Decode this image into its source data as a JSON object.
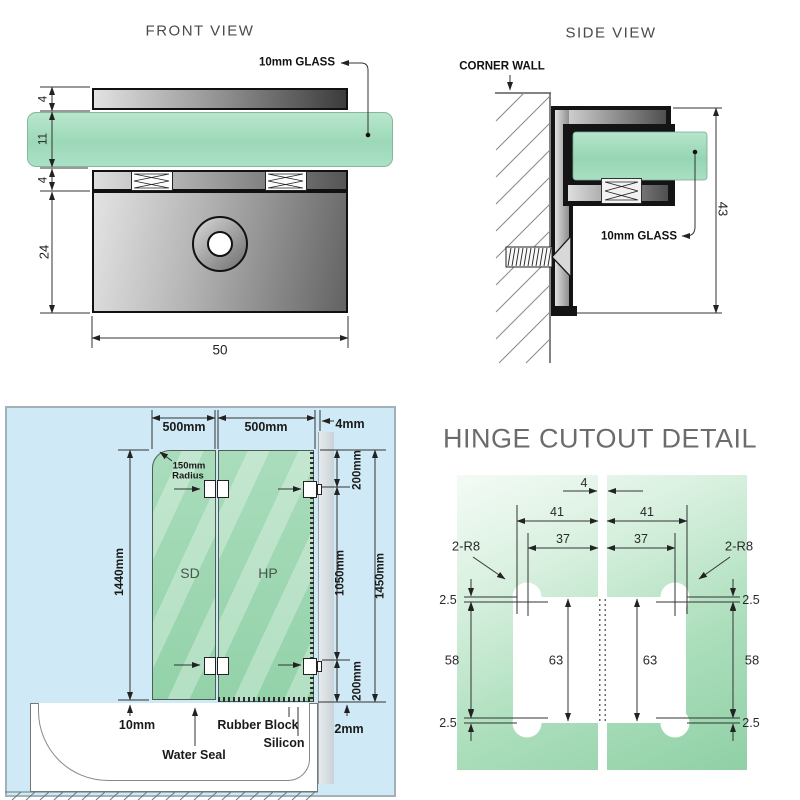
{
  "front_view": {
    "title": "FRONT VIEW",
    "glass_label": "10mm GLASS",
    "dim_top_bar": "4",
    "dim_glass": "11",
    "dim_gasket": "4",
    "dim_body": "24",
    "dim_width": "50"
  },
  "side_view": {
    "title": "SIDE VIEW",
    "wall_label": "CORNER WALL",
    "glass_label": "10mm GLASS",
    "dim_height": "43"
  },
  "installation": {
    "dim_sd_width": "500mm",
    "dim_hp_width": "500mm",
    "dim_wall_gap": "4mm",
    "radius_note_line1": "150mm",
    "radius_note_line2": "Radius",
    "dim_sd_height": "1440mm",
    "dim_top_hinge": "200mm",
    "dim_hinge_span": "1050mm",
    "dim_total_height": "1450mm",
    "dim_bottom_hinge": "200mm",
    "panel_sd": "SD",
    "panel_hp": "HP",
    "label_floor_gap": "10mm",
    "label_rubber_block": "Rubber Block",
    "label_silicon": "Silicon",
    "label_water_seal": "Water Seal",
    "dim_tub_gap": "2mm"
  },
  "hinge_detail": {
    "title": "HINGE CUTOUT DETAIL",
    "dim_gap": "4",
    "dim_41_left": "41",
    "dim_41_right": "41",
    "dim_37_left": "37",
    "dim_37_right": "37",
    "radius_left": "2-R8",
    "radius_right": "2-R8",
    "dim_25_tl": "2.5",
    "dim_25_tr": "2.5",
    "dim_25_bl": "2.5",
    "dim_25_br": "2.5",
    "dim_58_left": "58",
    "dim_58_right": "58",
    "dim_63_left": "63",
    "dim_63_right": "63"
  },
  "colors": {
    "glass_green": "#a7ddc0",
    "background_blue": "#cfeaf6",
    "metal_dark": "#3e3e3e",
    "metal_light": "#dcdcdc",
    "title_gray": "#6b6b6b"
  }
}
